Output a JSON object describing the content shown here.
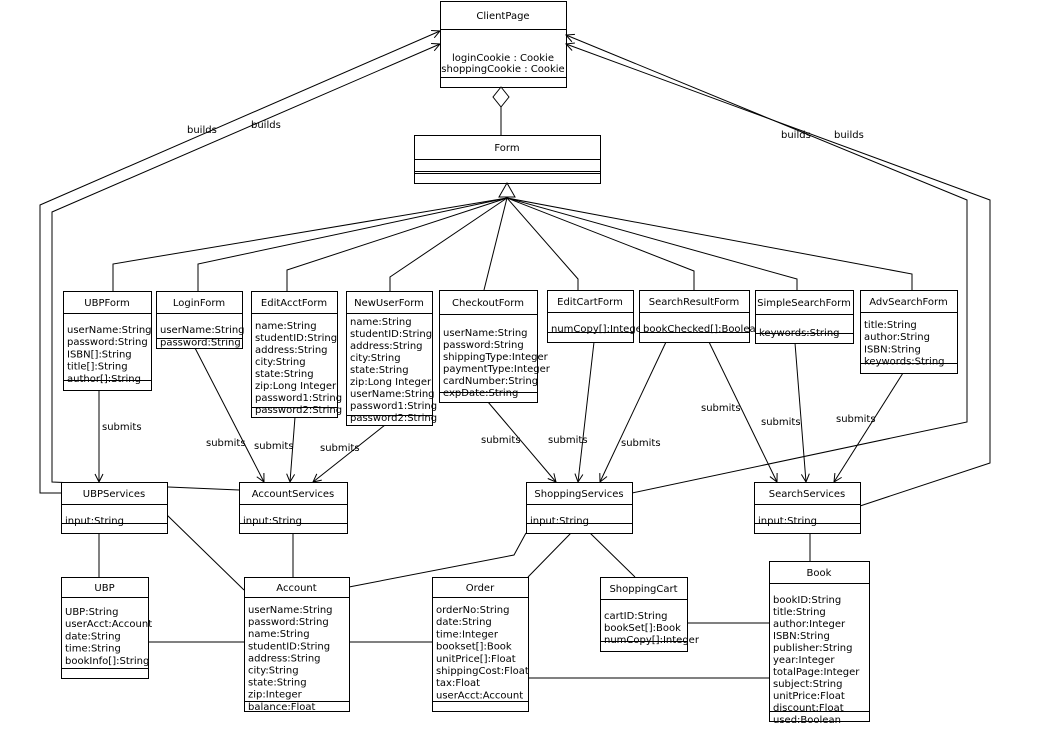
{
  "classes": {
    "client_page": {
      "name": "ClientPage",
      "attributes": [
        "loginCookie : Cookie",
        "shoppingCookie : Cookie"
      ]
    },
    "form": {
      "name": "Form",
      "attributes": []
    },
    "ubp_form": {
      "name": "UBPForm",
      "attributes": [
        "userName:String",
        "password:String",
        "ISBN[]:String",
        "title[]:String",
        "author[]:String"
      ]
    },
    "login_form": {
      "name": "LoginForm",
      "attributes": [
        "userName:String",
        "password:String"
      ]
    },
    "edit_acct_form": {
      "name": "EditAcctForm",
      "attributes": [
        "name:String",
        "studentID:String",
        "address:String",
        "city:String",
        "state:String",
        "zip:Long Integer",
        "password1:String",
        "password2:String"
      ]
    },
    "new_user_form": {
      "name": "NewUserForm",
      "attributes": [
        "name:String",
        "studentID:String",
        "address:String",
        "city:String",
        "state:String",
        "zip:Long Integer",
        "userName:String",
        "password1:String",
        "password2:String"
      ]
    },
    "checkout_form": {
      "name": "CheckoutForm",
      "attributes": [
        "userName:String",
        "password:String",
        "shippingType:Integer",
        "paymentType:Integer",
        "cardNumber:String",
        "expDate:String"
      ]
    },
    "edit_cart_form": {
      "name": "EditCartForm",
      "attributes": [
        "numCopy[]:Integer"
      ]
    },
    "search_result_form": {
      "name": "SearchResultForm",
      "attributes": [
        "bookChecked[]:Boolean"
      ]
    },
    "simple_search_form": {
      "name": "SimpleSearchForm",
      "attributes": [
        "keywords:String"
      ]
    },
    "adv_search_form": {
      "name": "AdvSearchForm",
      "attributes": [
        "title:String",
        "author:String",
        "ISBN:String",
        "keywords:String"
      ]
    },
    "ubp_services": {
      "name": "UBPServices",
      "attributes": [
        "input:String"
      ]
    },
    "account_services": {
      "name": "AccountServices",
      "attributes": [
        "input:String"
      ]
    },
    "shopping_services": {
      "name": "ShoppingServices",
      "attributes": [
        "input:String"
      ]
    },
    "search_services": {
      "name": "SearchServices",
      "attributes": [
        "input:String"
      ]
    },
    "ubp": {
      "name": "UBP",
      "attributes": [
        "UBP:String",
        "userAcct:Account",
        "date:String",
        "time:String",
        "bookInfo[]:String"
      ]
    },
    "account": {
      "name": "Account",
      "attributes": [
        "userName:String",
        "password:String",
        "name:String",
        "studentID:String",
        "address:String",
        "city:String",
        "state:String",
        "zip:Integer",
        "balance:Float"
      ]
    },
    "order": {
      "name": "Order",
      "attributes": [
        "orderNo:String",
        "date:String",
        "time:Integer",
        "bookset[]:Book",
        "unitPrice[]:Float",
        "shippingCost:Float",
        "tax:Float",
        "userAcct:Account"
      ]
    },
    "shopping_cart": {
      "name": "ShoppingCart",
      "attributes": [
        "cartID:String",
        "bookSet[]:Book",
        "numCopy[]:Integer"
      ]
    },
    "book": {
      "name": "Book",
      "attributes": [
        "bookID:String",
        "title:String",
        "author:Integer",
        "ISBN:String",
        "publisher:String",
        "year:Integer",
        "totalPage:Integer",
        "subject:String",
        "unitPrice:Float",
        "discount:Float",
        "used:Boolean"
      ]
    }
  },
  "labels": {
    "builds": "builds",
    "submits": "submits"
  }
}
